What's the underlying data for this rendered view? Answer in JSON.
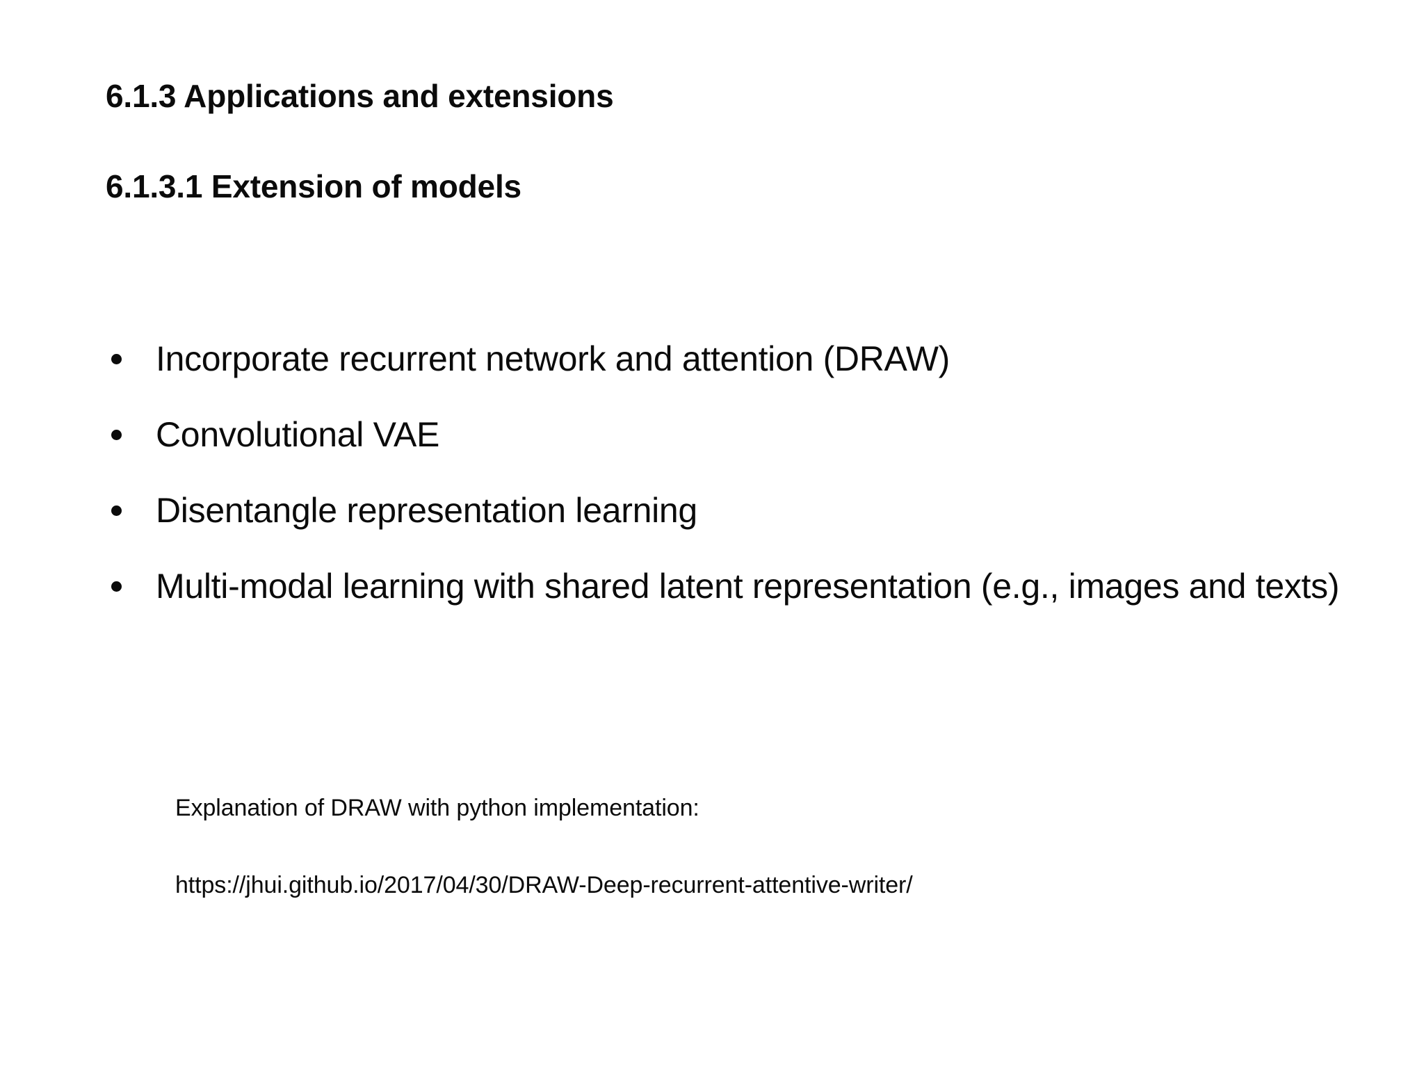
{
  "slide": {
    "background_color": "#ffffff",
    "text_color": "#0b0b0b",
    "headings": {
      "section": "6.1.3 Applications and extensions",
      "subsection": "6.1.3.1 Extension of models"
    },
    "bullets": [
      {
        "text": "Incorporate recurrent network and attention (DRAW)"
      },
      {
        "text": "Convolutional VAE"
      },
      {
        "text": "Disentangle representation learning"
      },
      {
        "text": "Multi-modal learning with shared latent representation (e.g., images and texts)"
      }
    ],
    "note": {
      "caption": "Explanation of DRAW with python implementation:",
      "url": "https://jhui.github.io/2017/04/30/DRAW-Deep-recurrent-attentive-writer/"
    }
  }
}
